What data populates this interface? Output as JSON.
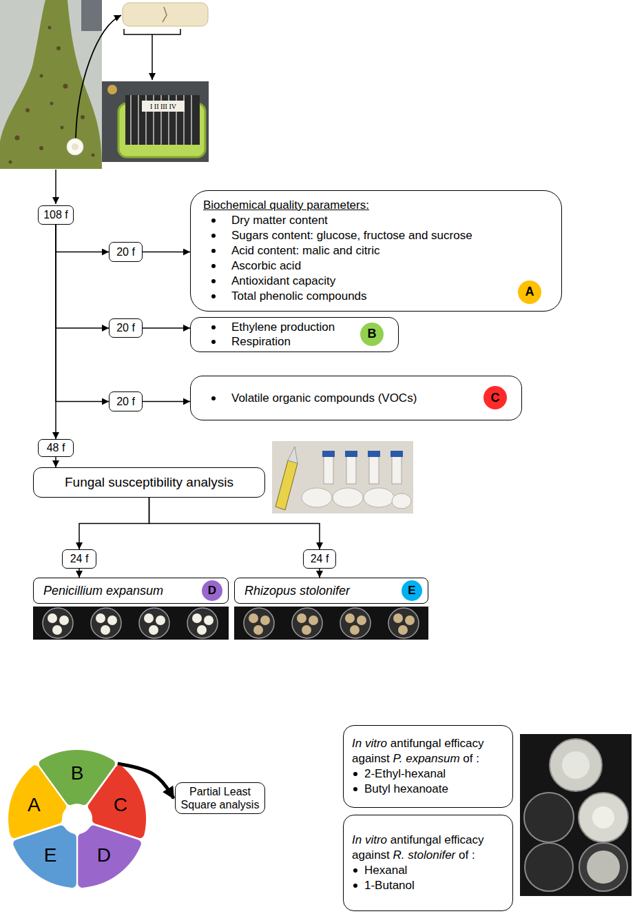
{
  "diagram": {
    "nodes": [
      {
        "text": [
          "108 f"
        ]
      },
      {
        "text": [
          "20 f"
        ]
      },
      {
        "text": [
          "Biochemical quality parameters:",
          "Dry matter content",
          "Sugars content: glucose, fructose and sucrose",
          "Acid content: malic and citric",
          "Ascorbic acid",
          "Antioxidant capacity",
          "Total phenolic compounds"
        ]
      },
      {
        "text": [
          "A"
        ],
        "in": 2
      },
      {
        "text": [
          "20 f"
        ]
      },
      {
        "text": [
          "Ethylene production",
          "Respiration"
        ]
      },
      {
        "text": [
          "B"
        ],
        "in": 5
      },
      {
        "text": [
          "20 f"
        ]
      },
      {
        "text": [
          "Volatile organic compounds (VOCs)"
        ]
      },
      {
        "text": [
          "C"
        ],
        "in": 8
      },
      {
        "text": [
          "48 f"
        ]
      },
      {
        "text": [
          "Fungal susceptibility analysis"
        ]
      },
      {
        "text": [
          "24 f"
        ]
      },
      {
        "text": [
          "24 f"
        ]
      },
      {
        "text": [
          "Penicillium expansum"
        ]
      },
      {
        "text": [
          "D"
        ],
        "in": 14
      },
      {
        "text": [
          "Rhizopus stolonifer"
        ]
      },
      {
        "text": [
          "E"
        ],
        "in": 16
      },
      {
        "text": [
          "A"
        ]
      },
      {
        "text": [
          "B"
        ]
      },
      {
        "text": [
          "C"
        ]
      },
      {
        "text": [
          "D"
        ]
      },
      {
        "text": [
          "E"
        ]
      },
      {
        "text": [
          "Partial Least Square analysis"
        ]
      },
      {
        "text": [
          "In vitro antifungal efficacy against P. expansum of :",
          "2-Ethyl-hexanal",
          "Butyl hexanoate"
        ]
      },
      {
        "text": [
          "In vitro antifungal efficacy against R. stolonifer of :",
          "Hexanal",
          "1-Butanol"
        ]
      }
    ],
    "edges": [
      {
        "from": 0,
        "to": 1,
        "arrow": "to"
      },
      {
        "from": 0,
        "to": 4,
        "arrow": "to"
      },
      {
        "from": 0,
        "to": 7,
        "arrow": "to"
      },
      {
        "from": 0,
        "to": 10,
        "arrow": "to"
      },
      {
        "from": 1,
        "to": 2,
        "arrow": "to"
      },
      {
        "from": 4,
        "to": 5,
        "arrow": "to"
      },
      {
        "from": 7,
        "to": 8,
        "arrow": "to"
      },
      {
        "from": 10,
        "to": 11,
        "arrow": "to"
      },
      {
        "from": 11,
        "to": 12,
        "arrow": "to"
      },
      {
        "from": 11,
        "to": 13,
        "arrow": "to"
      },
      {
        "from": 12,
        "to": 14,
        "arrow": "to"
      },
      {
        "from": 13,
        "to": 16,
        "arrow": "to"
      },
      {
        "from": 19,
        "to": 23,
        "arrow": "to"
      }
    ],
    "labels": [
      "I II III IV"
    ]
  }
}
